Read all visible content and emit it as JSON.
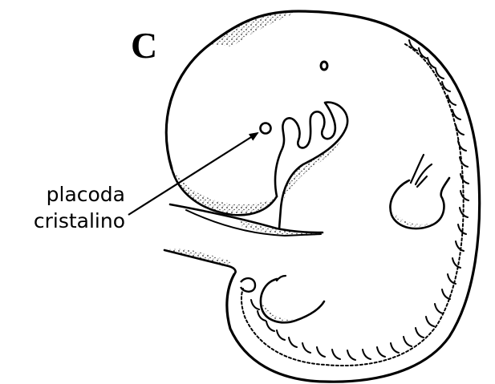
{
  "figure": {
    "panel_letter": "C",
    "label": {
      "line1": "placoda",
      "line2": "cristalino"
    },
    "ink_color": "#000000",
    "background_color": "#ffffff"
  }
}
